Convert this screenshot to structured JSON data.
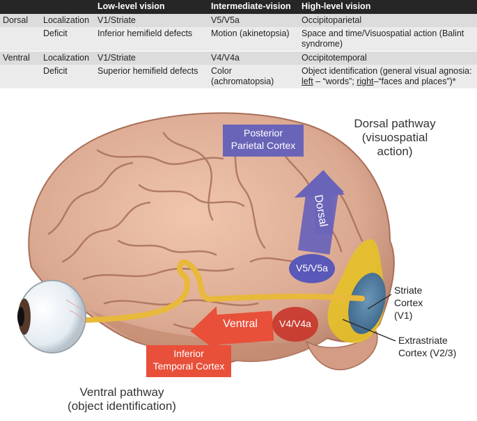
{
  "table": {
    "headers": [
      "",
      "",
      "Low-level vision",
      "Intermediate-vision",
      "High-level vision"
    ],
    "dorsal": {
      "name": "Dorsal",
      "localization": {
        "label": "Localization",
        "low": "V1/Striate",
        "mid": "V5/V5a",
        "high": "Occipitoparietal"
      },
      "deficit": {
        "label": "Deficit",
        "low": "Inferior hemifield defects",
        "mid": "Motion (akinetopsia)",
        "high": "Space and time/Visuospatial action (Balint syndrome)"
      }
    },
    "ventral": {
      "name": "Ventral",
      "localization": {
        "label": "Localization",
        "low": "V1/Striate",
        "mid": "V4/V4a",
        "high": "Occipitotemporal"
      },
      "deficit": {
        "label": "Deficit",
        "low": "Superior hemifield defects",
        "mid": "Color (achromatopsia)",
        "high_prefix": "Object identification (general visual agnosia:",
        "high_left": "left",
        "high_words": " – “words”; ",
        "high_right": "right",
        "high_faces": "–“faces and places”)*"
      }
    }
  },
  "diagram": {
    "dorsal_title_1": "Dorsal pathway",
    "dorsal_title_2": "(visuospatial action)",
    "ventral_title_1": "Ventral pathway",
    "ventral_title_2": "(object identification)",
    "ppc_1": "Posterior",
    "ppc_2": "Parietal Cortex",
    "itc_1": "Inferior",
    "itc_2": "Temporal Cortex",
    "dorsal_arrow": "Dorsal",
    "ventral_arrow": "Ventral",
    "v5": "V5/V5a",
    "v4": "V4/V4a",
    "striate_1": "Striate",
    "striate_2": "Cortex",
    "striate_3": "(V1)",
    "extra_1": "Extrastriate",
    "extra_2": "Cortex (V2/3)",
    "colors": {
      "purple": "#6a64b8",
      "red": "#e8503a",
      "brain": "#dba992",
      "yellow": "#e8c322",
      "blue": "#3d77b3"
    }
  }
}
